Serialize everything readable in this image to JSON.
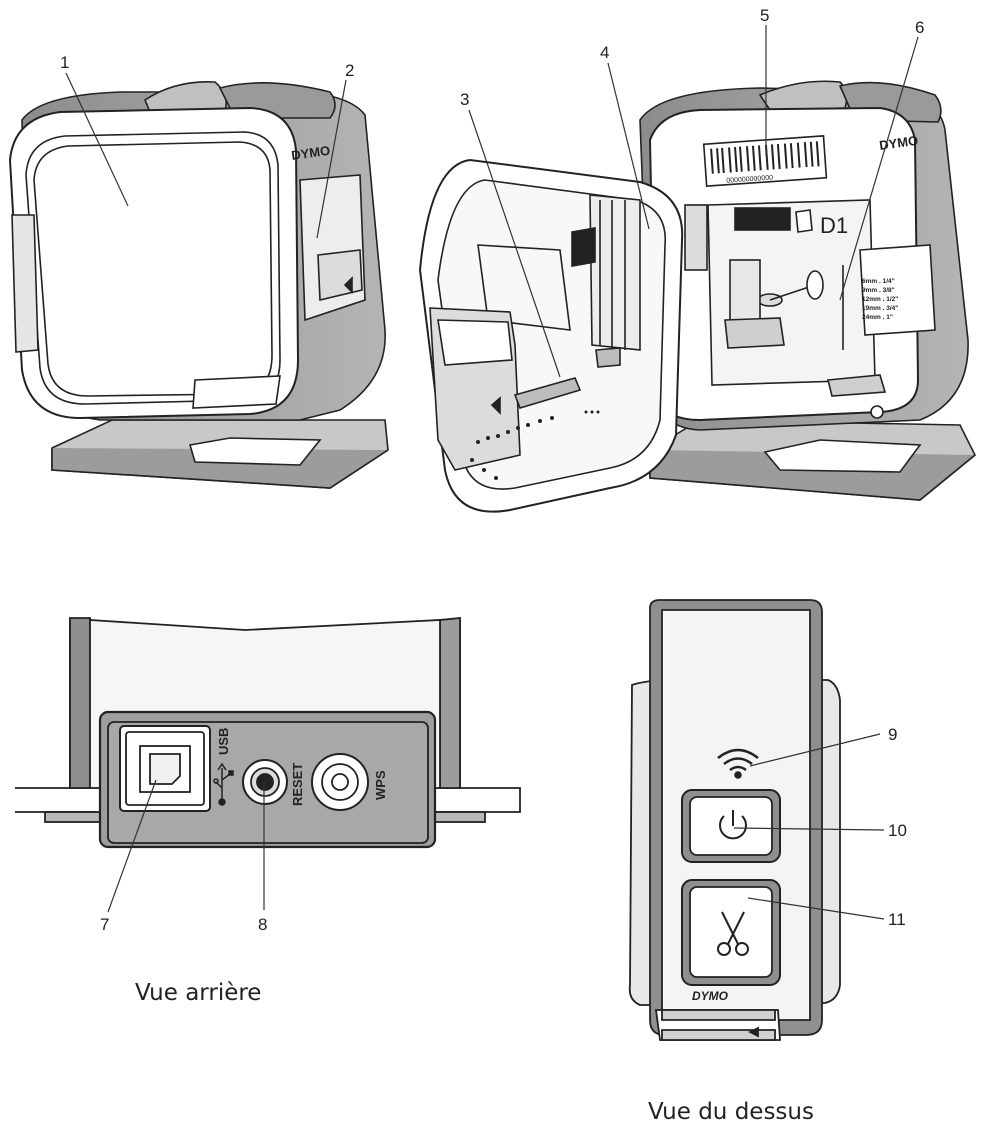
{
  "callouts": {
    "c1": "1",
    "c2": "2",
    "c3": "3",
    "c4": "4",
    "c5": "5",
    "c6": "6",
    "c7": "7",
    "c8": "8",
    "c9": "9",
    "c10": "10",
    "c11": "11"
  },
  "brand": "DYMO",
  "cartridge": "D1",
  "wireless_label": "Wireless",
  "serial": "000000000000",
  "tape_sizes": [
    "6mm . 1/4\"",
    "9mm . 3/8\"",
    "12mm . 1/2\"",
    "19mm . 3/4\"",
    "24mm . 1\""
  ],
  "ports": {
    "usb": "USB",
    "reset": "RESET",
    "wps": "WPS"
  },
  "captions": {
    "back": "Vue arrière",
    "top": "Vue du dessus"
  }
}
